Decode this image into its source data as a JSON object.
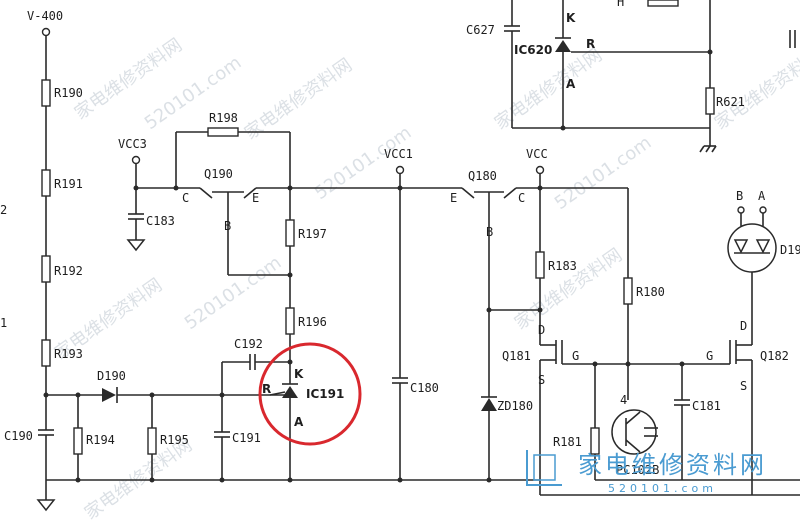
{
  "labels": {
    "v400": "V-400",
    "r190": "R190",
    "r191": "R191",
    "r192": "R192",
    "r193": "R193",
    "r194": "R194",
    "r195": "R195",
    "r196": "R196",
    "r197": "R197",
    "r198": "R198",
    "r183": "R183",
    "r180": "R180",
    "r181": "R181",
    "r621": "R621",
    "c190": "C190",
    "c191": "C191",
    "c192": "C192",
    "c183": "C183",
    "c180": "C180",
    "c181": "C181",
    "c627": "C627",
    "d190": "D190",
    "d19": "D19",
    "zd180": "ZD180",
    "ic191": "IC191",
    "ic620": "IC620",
    "q190": "Q190",
    "q180": "Q180",
    "q181": "Q181",
    "q182": "Q182",
    "vcc3": "VCC3",
    "vcc1": "VCC1",
    "vcc": "VCC",
    "pc102b": "PC102B",
    "k": "K",
    "r": "R",
    "a": "A",
    "b": "B",
    "c": "C",
    "e": "E",
    "d": "D",
    "g": "G",
    "s": "S",
    "h": "H",
    "num4": "4",
    "num2": "2",
    "num1": "1"
  },
  "watermark": {
    "text_cn": "家电维修资料网",
    "text_url": "520101.com"
  },
  "logo": {
    "cn": "家电维修资料网",
    "num": "520101.com"
  },
  "highlight": {
    "color": "#d9282e",
    "target": "IC191"
  },
  "colors": {
    "wire": "#2a2a2a",
    "logo": "#4a9bd1"
  }
}
